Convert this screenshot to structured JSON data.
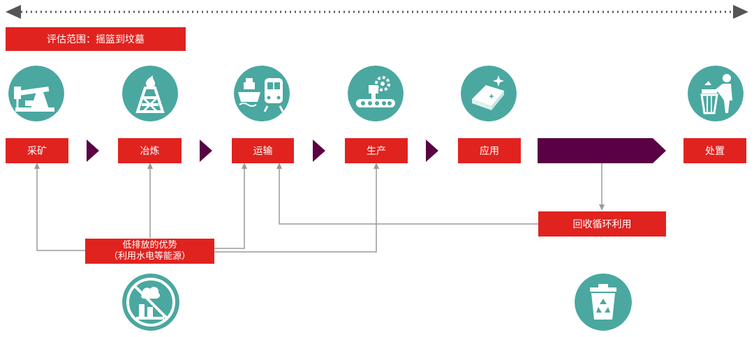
{
  "scope": {
    "label": "评估范围：摇篮到坟墓"
  },
  "stages": [
    {
      "label": "采矿",
      "icon": "mining-pump-icon"
    },
    {
      "label": "冶炼",
      "icon": "smelting-tower-icon"
    },
    {
      "label": "运输",
      "icon": "ship-train-icon"
    },
    {
      "label": "生产",
      "icon": "factory-robot-icon"
    },
    {
      "label": "应用",
      "icon": "ingot-sparkle-icon"
    },
    {
      "label": "处置",
      "icon": "trash-disposal-icon"
    }
  ],
  "advantage": {
    "line1": "低排放的优势",
    "line2": "（利用水电等能源）",
    "icon": "no-emission-factory-icon"
  },
  "recycle": {
    "label": "回收循环利用",
    "icon": "recycle-bin-icon"
  },
  "colors": {
    "red": "#e0231f",
    "teal": "#4aa8a0",
    "purple": "#5a0044",
    "gray": "#9a9a9a",
    "dark": "#555555"
  }
}
